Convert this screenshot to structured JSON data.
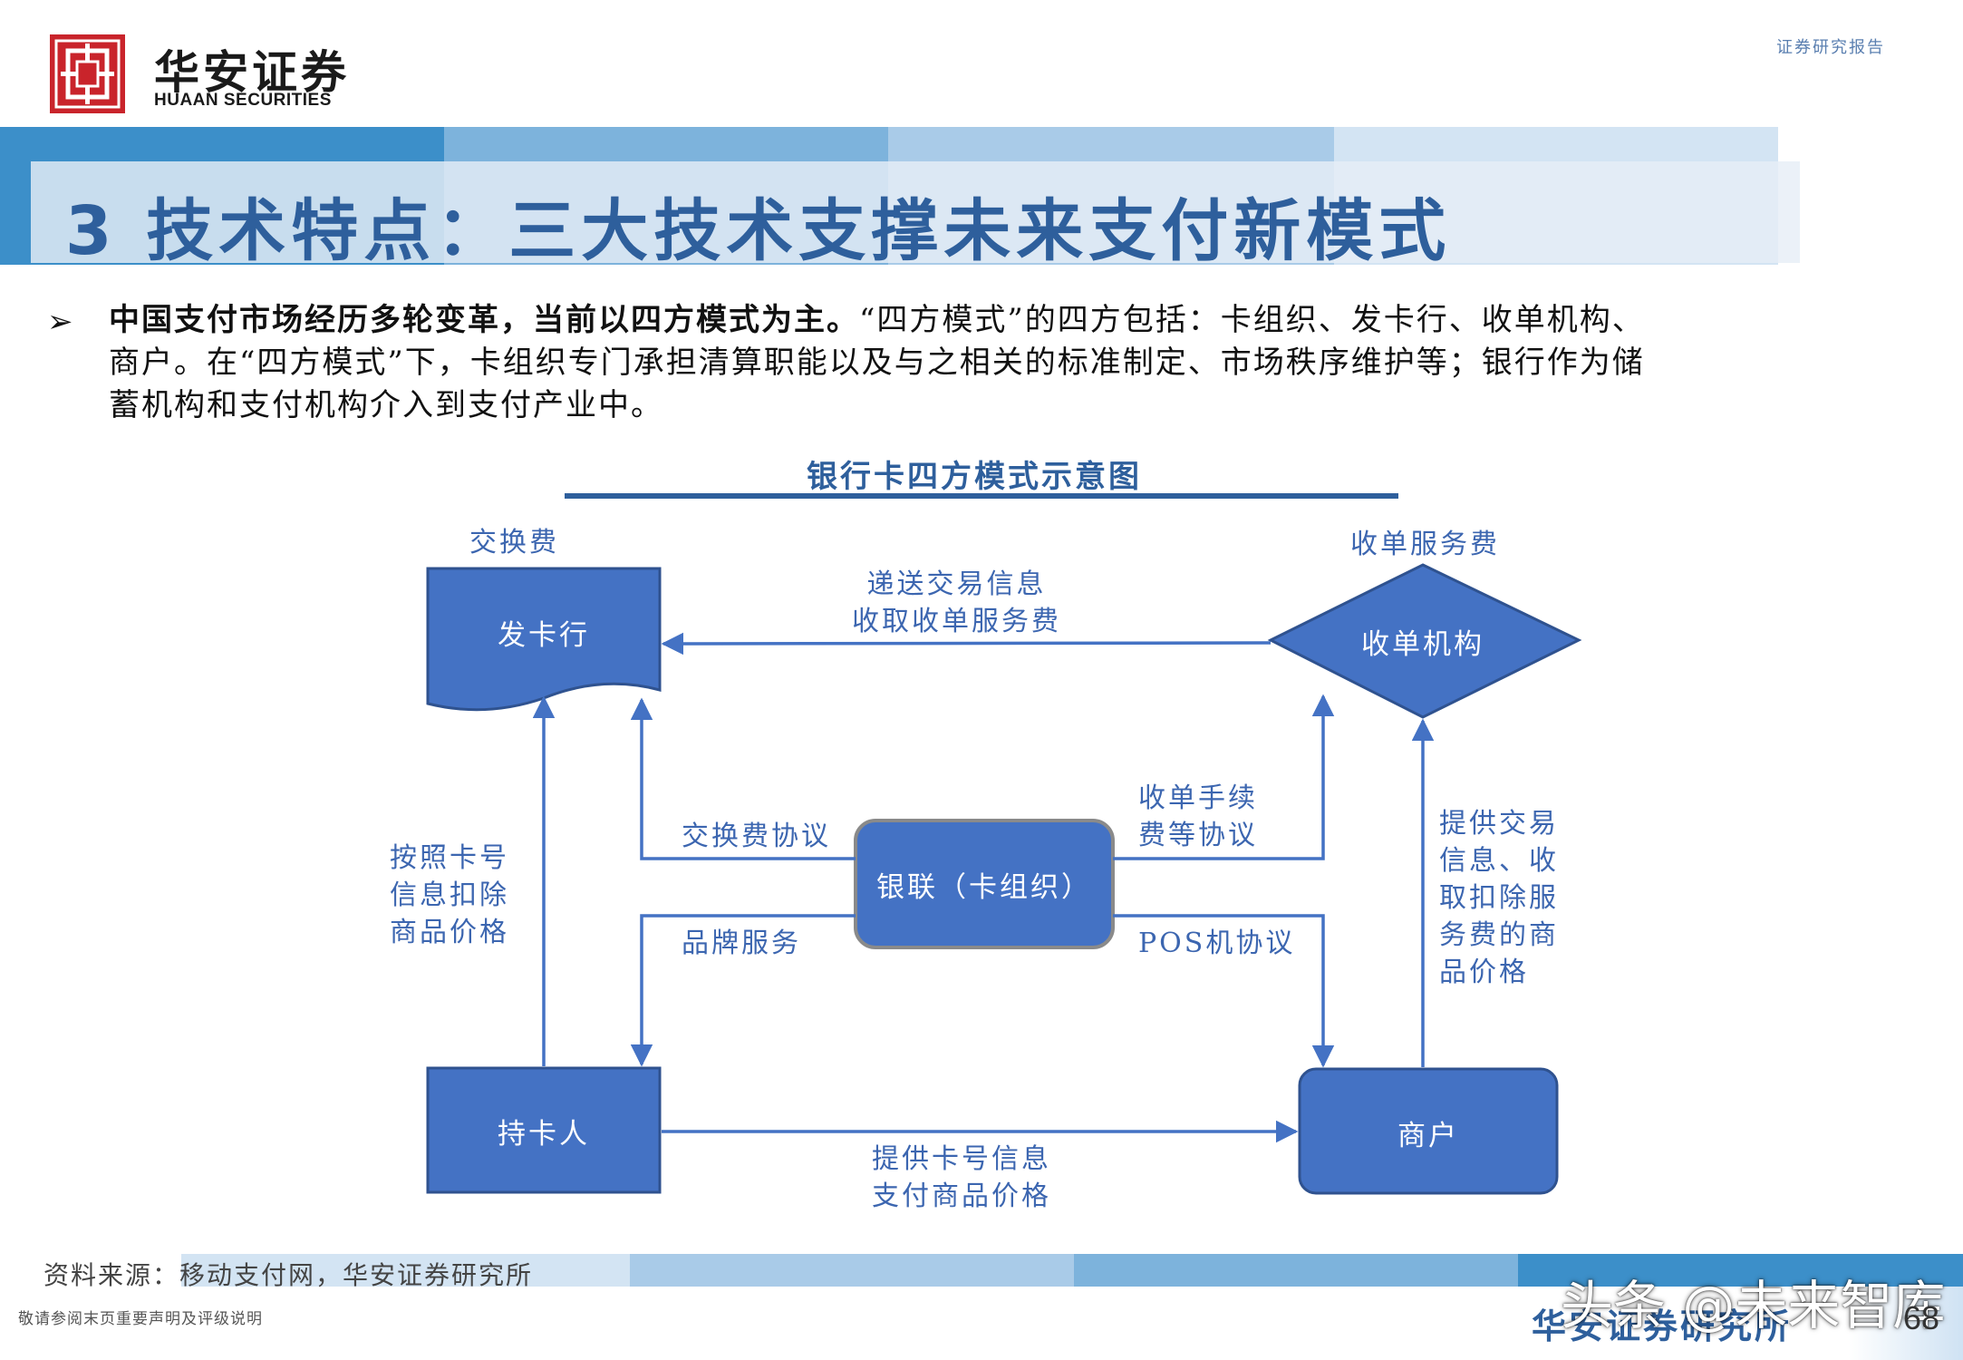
{
  "header": {
    "logo_cn": "华安证券",
    "logo_en": "HUAAN SECURITIES",
    "report_tag": "证券研究报告"
  },
  "title": "3 技术特点：三大技术支撑未来支付新模式",
  "bullet": {
    "bold_text": "中国支付市场经历多轮变革，当前以四方模式为主。",
    "rest_line1": "“四方模式”的四方包括：卡组织、发卡行、收单机构、",
    "line2": "商户。在“四方模式”下，卡组织专门承担清算职能以及与之相关的标准制定、市场秩序维护等；银行作为储",
    "line3": "蓄机构和支付机构介入到支付产业中。"
  },
  "diagram": {
    "title": "银行卡四方模式示意图",
    "nodes": {
      "issuer": "发卡行",
      "acquirer": "收单机构",
      "union": "银联（卡组织）",
      "cardholder": "持卡人",
      "merchant": "商户"
    },
    "labels": {
      "interchange_fee": "交换费",
      "acquiring_service_fee": "收单服务费",
      "top_arrow_line1": "递送交易信息",
      "top_arrow_line2": "收取收单服务费",
      "left_line1": "按照卡号",
      "left_line2": "信息扣除",
      "left_line3": "商品价格",
      "interchange_agreement": "交换费协议",
      "brand_service": "品牌服务",
      "acq_fee_line1": "收单手续",
      "acq_fee_line2": "费等协议",
      "pos_agreement": "POS机协议",
      "right_line1": "提供交易",
      "right_line2": "信息、收",
      "right_line3": "取扣除服",
      "right_line4": "务费的商",
      "right_line5": "品价格",
      "bottom_line1": "提供卡号信息",
      "bottom_line2": "支付商品价格"
    }
  },
  "footer": {
    "source_label": "资料来源：",
    "source_value": "移动支付网，华安证券研究所",
    "disclaimer": "敬请参阅末页重要声明及评级说明",
    "brand": "华安证券研究所",
    "watermark": "头条 @未来智库",
    "page_number": "68"
  },
  "colors": {
    "brand_red": "#c9242b",
    "title_blue": "#2e5f9c",
    "node_fill": "#4472c4",
    "label_blue": "#3c66b0"
  }
}
